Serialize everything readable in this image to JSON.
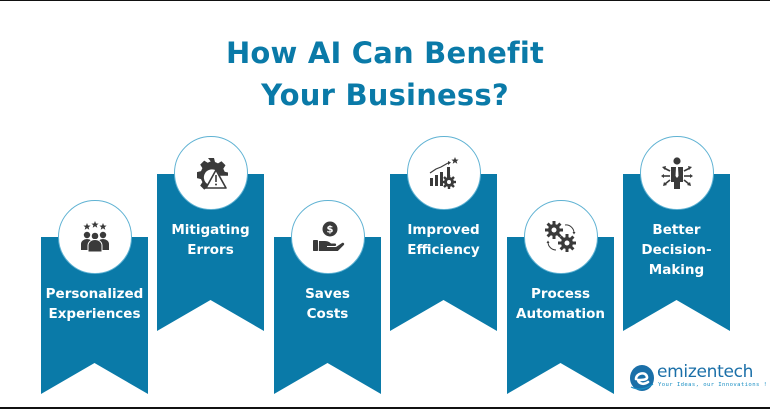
{
  "title": {
    "line1": "How AI Can Benefit",
    "line2": "Your Business?"
  },
  "colors": {
    "ribbon": "#0a7aa8",
    "title": "#0a7aa8",
    "icon": "#3a3a3a",
    "circle_border": "#5fb2d3"
  },
  "benefits": [
    {
      "icon": "team-stars-icon",
      "line1": "Personalized",
      "line2": "Experiences",
      "line3": ""
    },
    {
      "icon": "gear-warning-icon",
      "line1": "Mitigating",
      "line2": "Errors",
      "line3": ""
    },
    {
      "icon": "hand-dollar-coin-icon",
      "line1": "Saves",
      "line2": "Costs",
      "line3": ""
    },
    {
      "icon": "growth-chart-gear-icon",
      "line1": "Improved",
      "line2": "Efficiency",
      "line3": ""
    },
    {
      "icon": "gears-cycle-icon",
      "line1": "Process",
      "line2": "Automation",
      "line3": ""
    },
    {
      "icon": "businessman-arrows-icon",
      "line1": "Better",
      "line2": "Decision-",
      "line3": "Making"
    }
  ],
  "logo": {
    "brand": "emizentech",
    "tagline": "Your Ideas, our Innovations !"
  }
}
